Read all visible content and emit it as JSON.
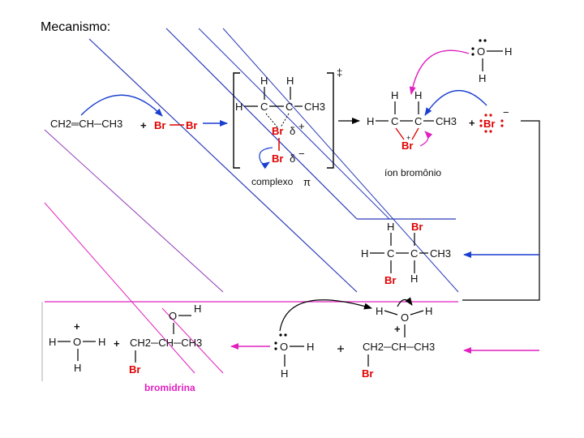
{
  "title": "Mecanismo:",
  "reactants": {
    "propene": "CH2═CH─CH3",
    "plus": "+",
    "br1": "Br",
    "br2": "Br"
  },
  "pi_complex": {
    "h": "H",
    "c": "C",
    "ch3": "CH3",
    "br": "Br",
    "delta": "δ",
    "plus": "+",
    "minus": "−",
    "double_dagger": "‡",
    "caption": "complexo",
    "pi_symbol": "π"
  },
  "bromonium": {
    "h": "H",
    "c": "C",
    "ch3": "CH3",
    "br": "Br",
    "plus": "+",
    "plus_sign": "+",
    "bromide": "Br",
    "minus": "−",
    "caption": "íon bromônio"
  },
  "water_top": {
    "o": "O",
    "h": "H"
  },
  "dibromide": {
    "h": "H",
    "c": "C",
    "ch3": "CH3",
    "br": "Br"
  },
  "oxonium": {
    "h": "H",
    "o": "O",
    "plus": "+",
    "chain": "CH2─CH─CH3",
    "br": "Br"
  },
  "water_base": {
    "o": "O",
    "h": "H"
  },
  "products": {
    "plus_charge": "+",
    "h": "H",
    "o": "O",
    "plus_sign": "+",
    "chain": "CH2─CH─CH3",
    "br": "Br",
    "caption": "bromidrina"
  }
}
